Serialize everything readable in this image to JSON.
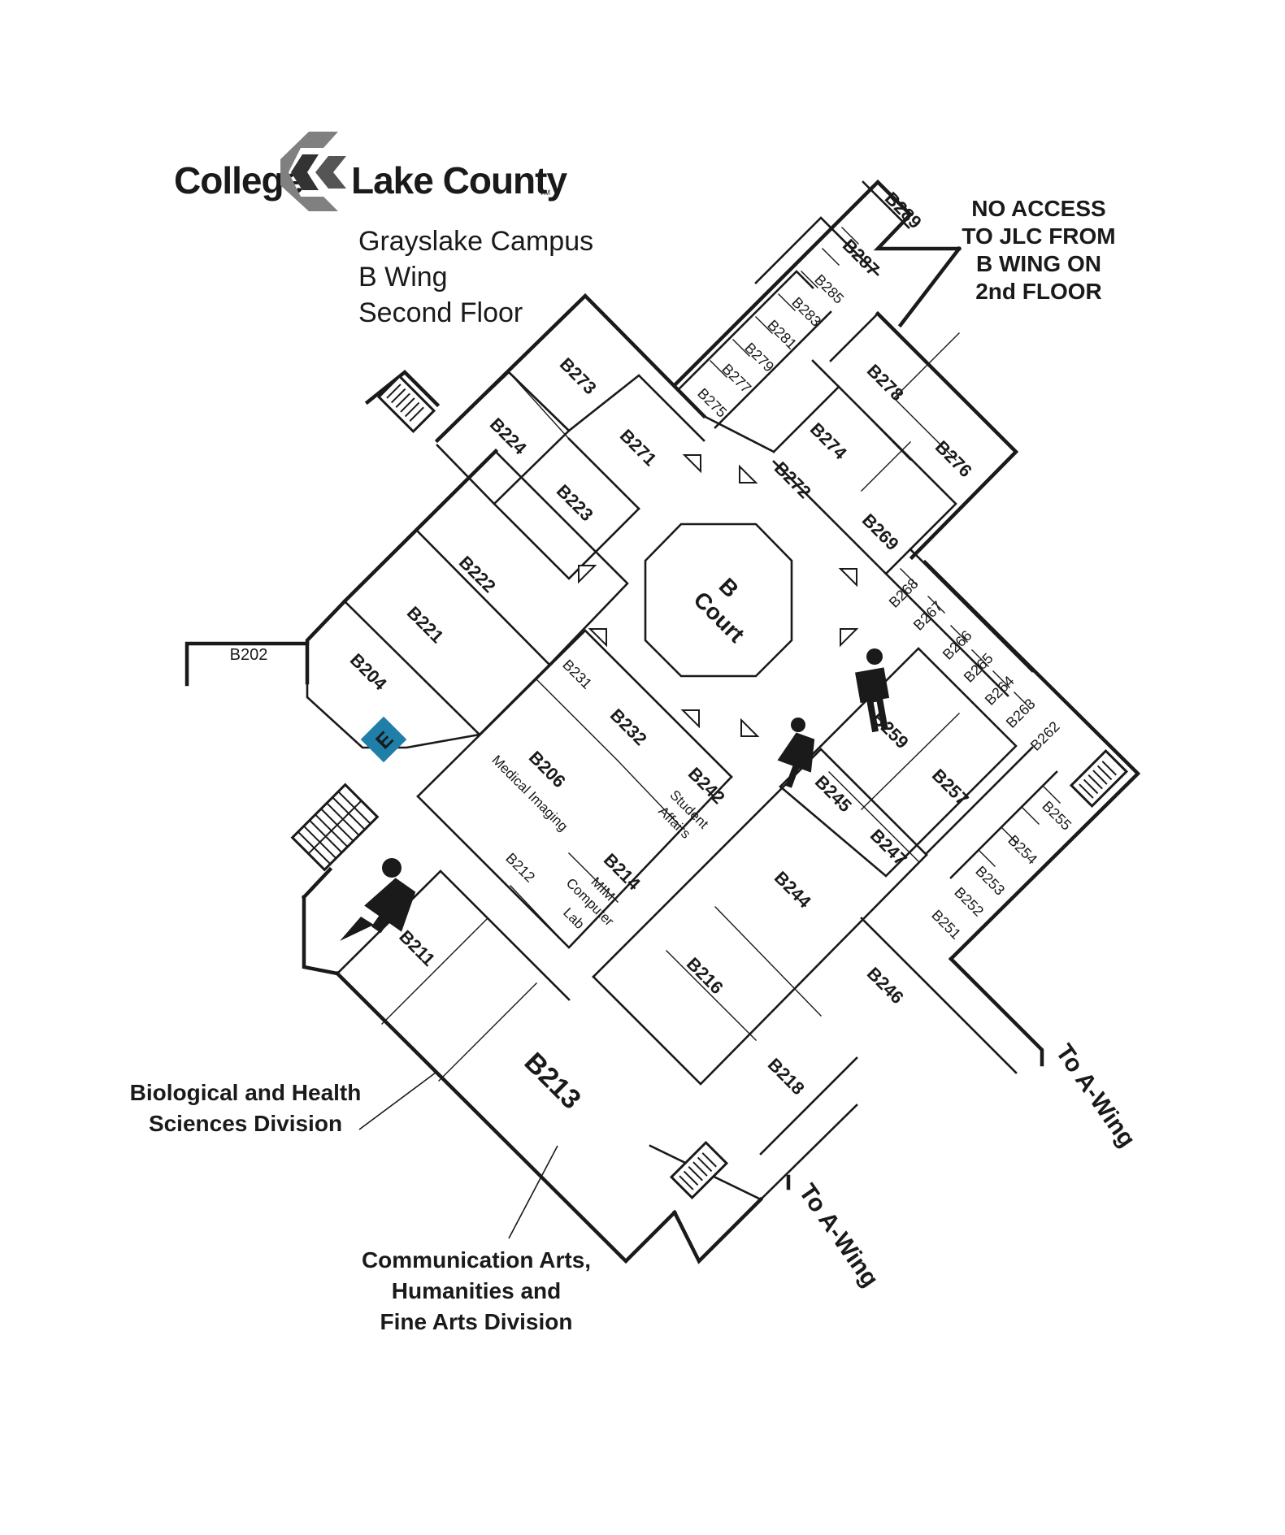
{
  "header": {
    "logo_left": "College",
    "logo_right": "Lake County",
    "logo_tm": "TM",
    "subtitle_line1": "Grayslake Campus",
    "subtitle_line2": "B Wing",
    "subtitle_line3": "Second Floor"
  },
  "notice": {
    "line1": "NO ACCESS",
    "line2": "TO JLC FROM",
    "line3": "B WING ON",
    "line4": "2nd FLOOR",
    "color": "#c8102e"
  },
  "court": {
    "line1": "B",
    "line2": "Court"
  },
  "rooms": {
    "B202": "B202",
    "B204": "B204",
    "B206": "B206",
    "B206_sub": "Medical Imaging",
    "B211": "B211",
    "B212": "B212",
    "B213": "B213",
    "B214": "B214",
    "B214_sub1": "MIM",
    "B214_sub2": "Computer",
    "B214_sub3": "Lab",
    "B216": "B216",
    "B218": "B218",
    "B221": "B221",
    "B222": "B222",
    "B223": "B223",
    "B224": "B224",
    "B231": "B231",
    "B232": "B232",
    "B242": "B242",
    "B242_sub1": "Student",
    "B242_sub2": "Affairs",
    "B244": "B244",
    "B245": "B245",
    "B246": "B246",
    "B247": "B247",
    "B251": "B251",
    "B252": "B252",
    "B253": "B253",
    "B254": "B254",
    "B255": "B255",
    "B257": "B257",
    "B259": "B259",
    "B262": "B262",
    "B263": "B263",
    "B264": "B264",
    "B265": "B265",
    "B266": "B266",
    "B267": "B267",
    "B268": "B268",
    "B269": "B269",
    "B271": "B271",
    "B272": "B272",
    "B273": "B273",
    "B274": "B274",
    "B275": "B275",
    "B276": "B276",
    "B277": "B277",
    "B278": "B278",
    "B279": "B279",
    "B281": "B281",
    "B283": "B283",
    "B285": "B285",
    "B287": "B287",
    "B289": "B289"
  },
  "elevator": {
    "label": "E",
    "color": "#1f7fa8"
  },
  "divisions": {
    "bio_line1": "Biological and Health",
    "bio_line2": "Sciences Division",
    "comm_line1": "Communication Arts,",
    "comm_line2": "Humanities and",
    "comm_line3": "Fine Arts Division"
  },
  "exits": {
    "to_a_wing_1": "To A-Wing",
    "to_a_wing_2": "To A-Wing"
  },
  "icons": {
    "restroom_men": "man-icon",
    "restroom_women": "woman-icon",
    "stairs": "stairs-icon",
    "accessible_restroom": "woman-icon"
  }
}
